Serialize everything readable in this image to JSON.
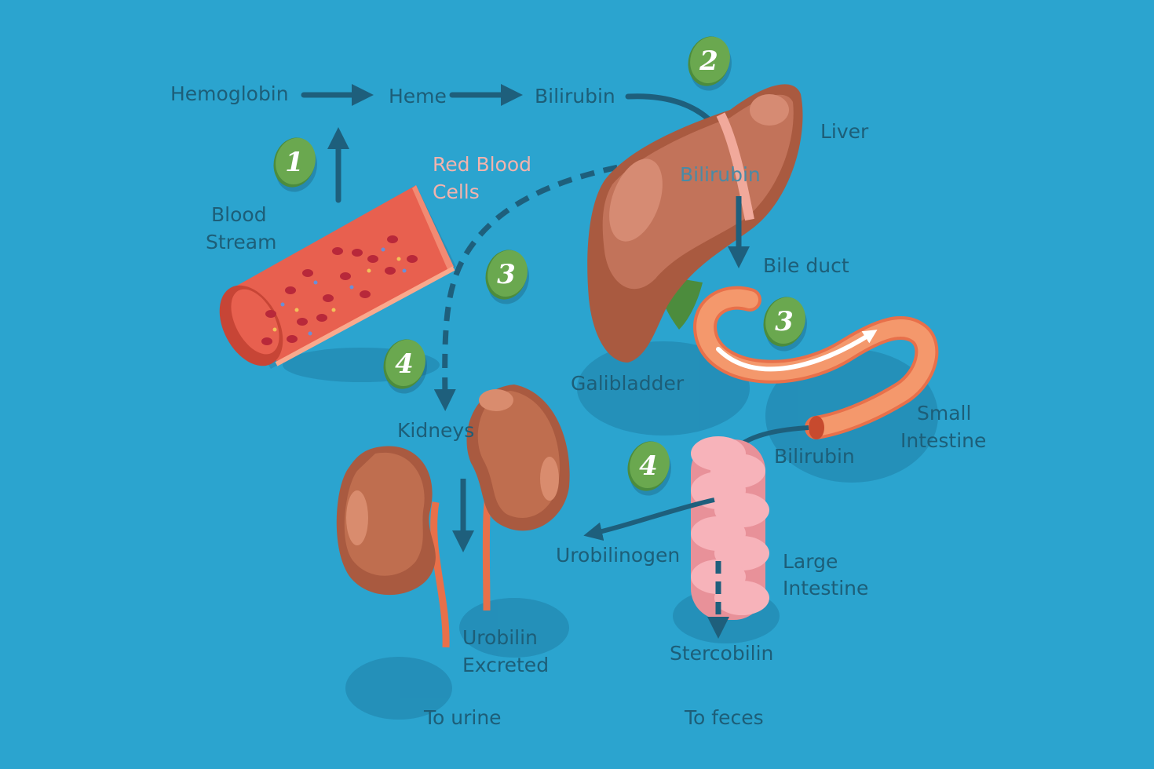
{
  "labels": {
    "hemoglobin": "Hemoglobin",
    "heme": "Heme",
    "bilirubin_top": "Bilirubin",
    "liver": "Liver",
    "bilirubin_liver": "Bilirubin",
    "red_blood_cells_1": "Red Blood",
    "red_blood_cells_2": "Cells",
    "blood_stream_1": "Blood",
    "blood_stream_2": "Stream",
    "bile_duct": "Bile duct",
    "galibladder": "Galibladder",
    "small_intestine_1": "Small",
    "small_intestine_2": "Intestine",
    "bilirubin_intestine": "Bilirubin",
    "kidneys": "Kidneys",
    "urobilinogen": "Urobilinogen",
    "large_intestine_1": "Large",
    "large_intestine_2": "Intestine",
    "urobilin_excreted_1": "Urobilin",
    "urobilin_excreted_2": "Excreted",
    "stercobilin": "Stercobilin",
    "to_urine": "To urine",
    "to_feces": "To feces"
  },
  "step_badges": {
    "step1": "1",
    "step2": "2",
    "step3_path": "3",
    "step3_duct": "3",
    "step4_kidney": "4",
    "step4_intestine": "4"
  },
  "colors": {
    "background": "#2ba4cf",
    "label_text": "#1d5e78",
    "label_highlight": "#f3b3ad",
    "badge_green": "#6aa84f",
    "organ_brown": "#b46a4f",
    "vessel_red": "#e8604f",
    "intestine_orange": "#f08a5d",
    "large_intestine_pink": "#f4a6ad"
  }
}
